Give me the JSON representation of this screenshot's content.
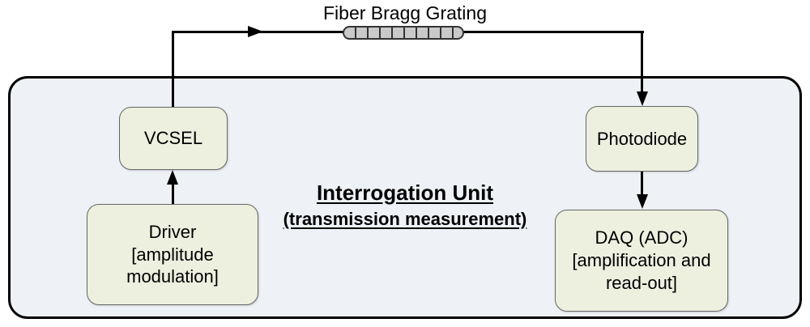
{
  "diagram": {
    "top_label": "Fiber Bragg Grating",
    "unit": {
      "title": "Interrogation Unit",
      "subtitle": "(transmission measurement)"
    },
    "nodes": {
      "vcsel": "VCSEL",
      "driver": "Driver\n[amplitude\nmodulation]",
      "photodiode": "Photodiode",
      "daq": "DAQ (ADC)\n[amplification and\nread-out]"
    },
    "connections": [
      "driver -> vcsel",
      "vcsel -> fiber-bragg-grating -> photodiode",
      "photodiode -> daq"
    ],
    "colors": {
      "node_fill": "#eef0df",
      "node_border": "#666666",
      "unit_fill": "#eef1f6",
      "unit_border": "#000000",
      "fbg_fill": "#c9c9c9",
      "fbg_stripe": "#333333",
      "line": "#000000",
      "background": "#ffffff"
    }
  }
}
